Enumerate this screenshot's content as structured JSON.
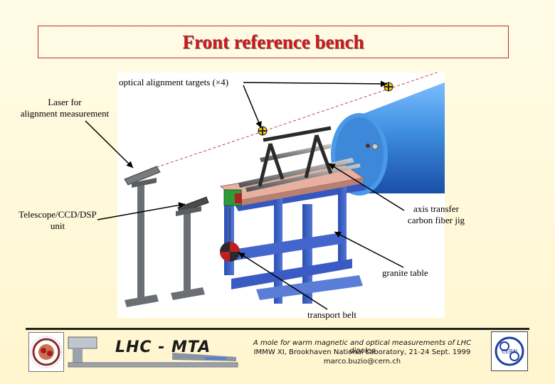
{
  "title": "Front reference bench",
  "labels": {
    "optical_targets": "optical alignment targets (×4)",
    "laser_line1": "Laser for",
    "laser_line2": "alignment measurement",
    "telescope_line1": "Telescope/CCD/DSP",
    "telescope_line2": "unit",
    "axis_line1": "axis transfer",
    "axis_line2": "carbon fiber jig",
    "granite": "granite table",
    "transport": "transport belt"
  },
  "footer": {
    "logo_text": "LHC - MTA",
    "line1": "A mole for warm magnetic and optical measurements of LHC dipoles",
    "line2": "IMMW XI, Brookhaven National Laboratory, 21-24 Sept. 1999",
    "line3": "marco.buzio@cern.ch",
    "right_logo_text": "CERN"
  },
  "colors": {
    "title": "#cc1a1a",
    "frame_blue": "#3a5fbf",
    "cryostat_blue": "#3f8fe0",
    "plate": "#e8b0a0",
    "target_yellow": "#f2d000"
  }
}
